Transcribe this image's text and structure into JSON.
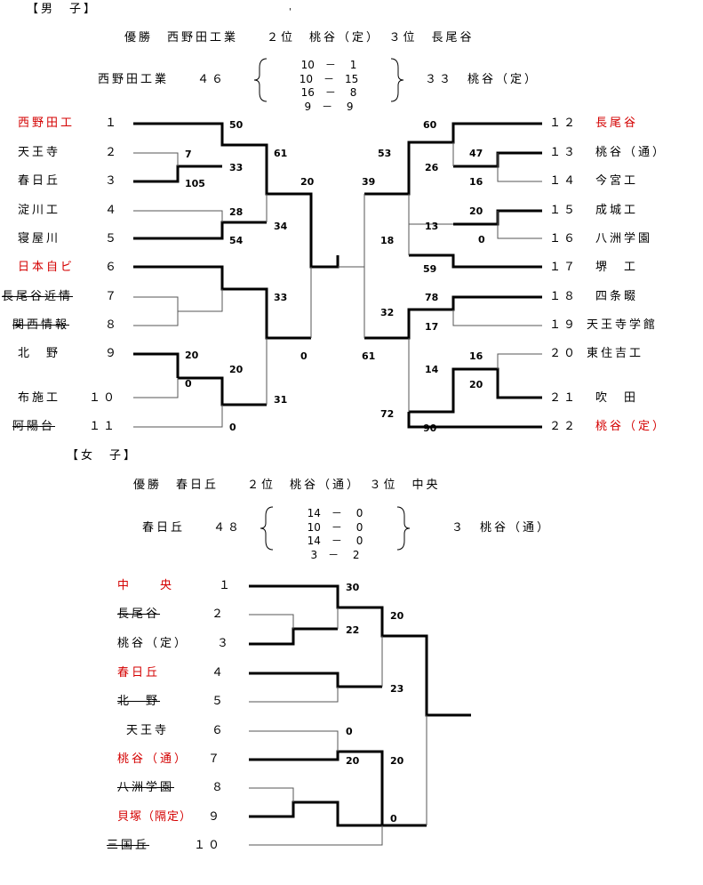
{
  "boys": {
    "header": "【男　子】",
    "summary": "優勝　西野田工業　　２位　桃谷（定）　３位　長尾谷",
    "final_left": "西野田工業　　４６",
    "final_right": "３３　桃谷（定）",
    "final_scores": [
      "10　－　 1",
      "10　－　15",
      "16　－　 8",
      " 9　－　 9"
    ],
    "teams": [
      {
        "name": "西野田工",
        "num": "１",
        "color": "red",
        "withdrawn": false
      },
      {
        "name": "天王寺",
        "num": "２",
        "color": "black",
        "withdrawn": false
      },
      {
        "name": "春日丘",
        "num": "３",
        "color": "black",
        "withdrawn": false
      },
      {
        "name": "淀川工",
        "num": "４",
        "color": "black",
        "withdrawn": false
      },
      {
        "name": "寝屋川",
        "num": "５",
        "color": "black",
        "withdrawn": false
      },
      {
        "name": "日本自ビ",
        "num": "６",
        "color": "red",
        "withdrawn": false
      },
      {
        "name": "長尾谷近情",
        "num": "７",
        "color": "black",
        "withdrawn": true
      },
      {
        "name": "関西情報",
        "num": "８",
        "color": "black",
        "withdrawn": true
      },
      {
        "name": "北　野",
        "num": "９",
        "color": "black",
        "withdrawn": false
      },
      {
        "name": "布施工",
        "num": "１０",
        "color": "black",
        "withdrawn": false
      },
      {
        "name": "阿陽台",
        "num": "１１",
        "color": "black",
        "withdrawn": true
      },
      {
        "name": "長尾谷",
        "num": "１２",
        "color": "red",
        "withdrawn": false
      },
      {
        "name": "桃谷（通）",
        "num": "１３",
        "color": "black",
        "withdrawn": false
      },
      {
        "name": "今宮工",
        "num": "１４",
        "color": "black",
        "withdrawn": false
      },
      {
        "name": "成城工",
        "num": "１５",
        "color": "black",
        "withdrawn": false
      },
      {
        "name": "八洲学園",
        "num": "１６",
        "color": "black",
        "withdrawn": false
      },
      {
        "name": "堺　工",
        "num": "１７",
        "color": "black",
        "withdrawn": false
      },
      {
        "name": "四条畷",
        "num": "１８",
        "color": "black",
        "withdrawn": false
      },
      {
        "name": "天王寺学館",
        "num": "１９",
        "color": "black",
        "withdrawn": false
      },
      {
        "name": "東住吉工",
        "num": "２０",
        "color": "black",
        "withdrawn": false
      },
      {
        "name": "吹　田",
        "num": "２１",
        "color": "black",
        "withdrawn": false
      },
      {
        "name": "桃谷（定）",
        "num": "２２",
        "color": "red",
        "withdrawn": false
      }
    ],
    "scores": [
      "50",
      "7",
      "33",
      "105",
      "28",
      "54",
      "61",
      "34",
      "20",
      "33",
      "20",
      "0",
      "20",
      "31",
      "0",
      "0",
      "39",
      "61",
      "60",
      "47",
      "26",
      "16",
      "53",
      "20",
      "0",
      "13",
      "18",
      "59",
      "78",
      "17",
      "32",
      "16",
      "20",
      "14",
      "72",
      "90"
    ]
  },
  "girls": {
    "header": "【女　子】",
    "summary": "優勝　春日丘　　２位　桃谷（通）　３位　中央",
    "final_left": "春日丘　　４８",
    "final_right": "３　桃谷（通）",
    "final_scores": [
      "14　－　 0",
      "10　－　 0",
      "14　－　 0",
      " 3　－　 2"
    ],
    "teams": [
      {
        "name": "中　　央",
        "num": "１",
        "color": "red",
        "withdrawn": false
      },
      {
        "name": "長尾谷",
        "num": "２",
        "color": "black",
        "withdrawn": true
      },
      {
        "name": "桃谷（定）",
        "num": "３",
        "color": "black",
        "withdrawn": false
      },
      {
        "name": "春日丘",
        "num": "４",
        "color": "red",
        "withdrawn": false
      },
      {
        "name": "北　野",
        "num": "５",
        "color": "black",
        "withdrawn": true
      },
      {
        "name": "天王寺",
        "num": "６",
        "color": "black",
        "withdrawn": false
      },
      {
        "name": "桃谷（通）",
        "num": "７",
        "color": "red",
        "withdrawn": false
      },
      {
        "name": "八洲学園",
        "num": "８",
        "color": "black",
        "withdrawn": true
      },
      {
        "name": "貝塚（隔定）",
        "num": "９",
        "color": "red",
        "withdrawn": false
      },
      {
        "name": "三国丘",
        "num": "１０",
        "color": "black",
        "withdrawn": true
      }
    ],
    "scores": [
      "30",
      "22",
      "20",
      "23",
      "0",
      "20",
      "20",
      "0"
    ]
  },
  "colors": {
    "win_text": "#d40000",
    "line": "#000000",
    "thin_line": "#555555"
  }
}
